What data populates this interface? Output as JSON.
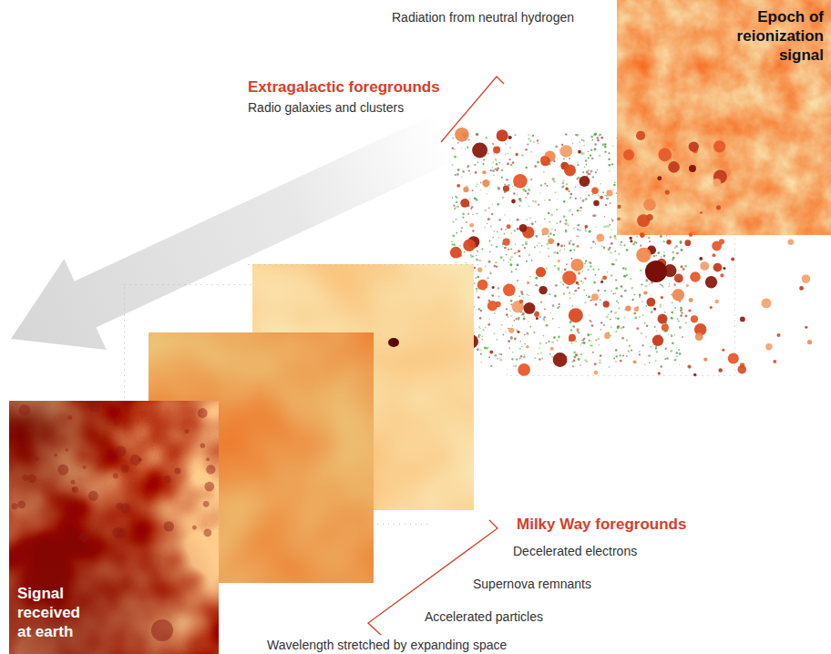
{
  "diagram": {
    "nodes": [
      {
        "text": [
          "Epoch of reionization signal"
        ]
      },
      {
        "text": [
          "Signal received at earth"
        ]
      }
    ],
    "labels": [
      "Radiation from neutral hydrogen",
      "Extragalactic foregrounds",
      "Radio galaxies and clusters",
      "Milky Way foregrounds",
      "Decelerated electrons",
      "Supernova remnants",
      "Accelerated particles",
      "Wavelength stretched by expanding space"
    ]
  }
}
